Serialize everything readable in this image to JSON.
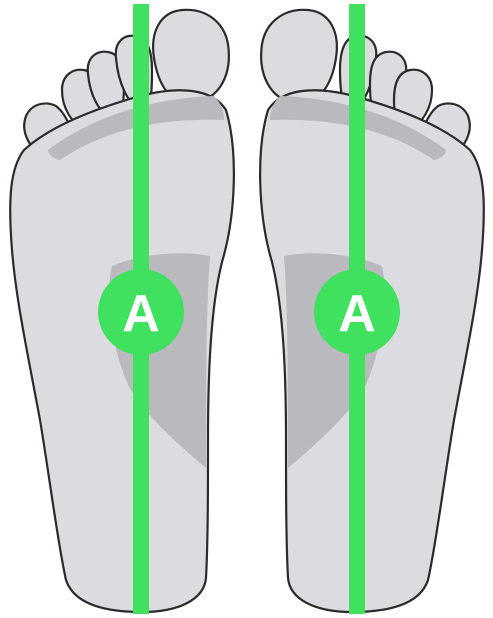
{
  "diagram": {
    "markers": [
      {
        "id": "left-foot-marker",
        "label": "A"
      },
      {
        "id": "right-foot-marker",
        "label": "A"
      }
    ],
    "colors": {
      "background": "#ffffff",
      "foot_fill": "#dcdce0",
      "arch_shade": "#b9b9be",
      "outline": "#2b2b2b",
      "axis_line": "#3fe15e",
      "marker_fill": "#3fe15e",
      "marker_text": "#ffffff"
    }
  }
}
